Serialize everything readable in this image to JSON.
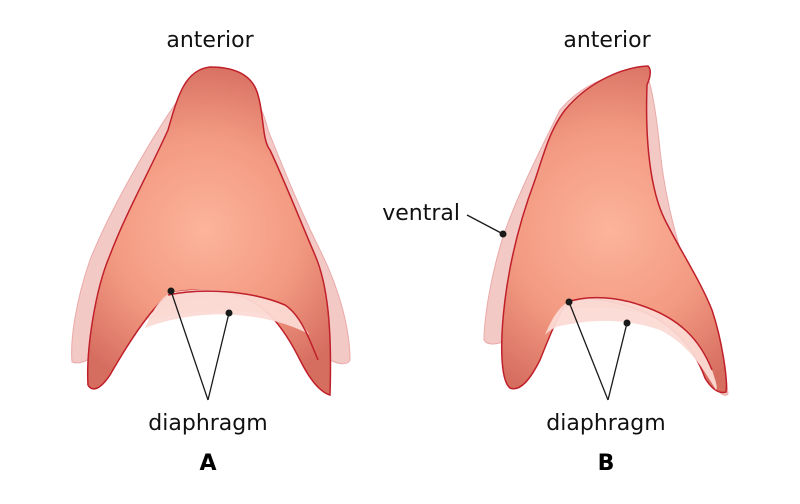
{
  "figure": {
    "panels": [
      {
        "id": "A",
        "panel_label": "A",
        "top_label": "anterior",
        "bottom_label": "diaphragm",
        "side_label": null
      },
      {
        "id": "B",
        "panel_label": "B",
        "top_label": "anterior",
        "bottom_label": "diaphragm",
        "side_label": "ventral"
      }
    ],
    "colors": {
      "fill_center": "#fcb49a",
      "fill_edge": "#d66e60",
      "outline": "#c0202a",
      "back_layer": "#f2c4bf",
      "back_outline": "#e8a0a0",
      "pointer": "#1a1a1a"
    }
  }
}
